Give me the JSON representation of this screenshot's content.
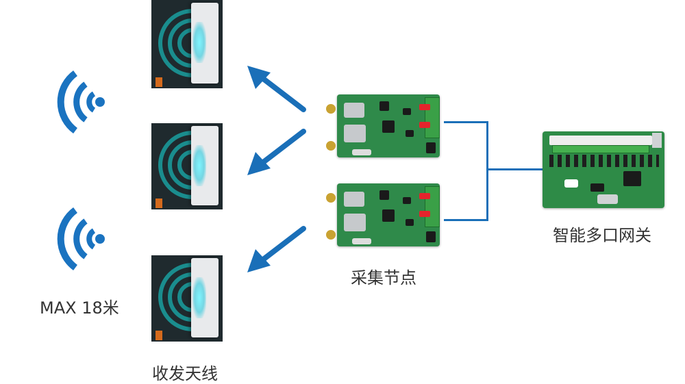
{
  "labels": {
    "range": "MAX 18米",
    "antenna": "收发天线",
    "node": "采集节点",
    "gateway": "智能多口网关"
  },
  "icons": [
    "wifi-signal-icon",
    "wifi-signal-icon",
    "arrow-icon",
    "arrow-icon",
    "arrow-icon"
  ],
  "colors": {
    "signal": "#1a73c0",
    "arrow": "#1a6fb8",
    "wire": "#1a6fb8",
    "board": "#2f8a4a"
  }
}
